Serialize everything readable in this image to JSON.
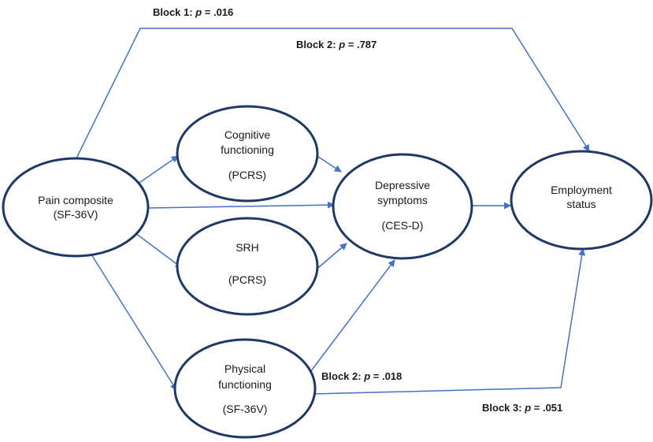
{
  "nodes": {
    "pain": {
      "lines": [
        "Pain composite",
        "(SF-36V)"
      ]
    },
    "cognitive": {
      "lines": [
        "Cognitive",
        "functioning",
        "(PCRS)"
      ]
    },
    "srh": {
      "lines": [
        "SRH",
        "(PCRS)"
      ]
    },
    "physical": {
      "lines": [
        "Physical",
        "functioning",
        "(SF-36V)"
      ]
    },
    "depressive": {
      "lines": [
        "Depressive",
        "symptoms",
        "(CES-D)"
      ]
    },
    "employment": {
      "lines": [
        "Employment",
        "status"
      ]
    }
  },
  "blocks": {
    "block1": {
      "prefix": "Block 1: ",
      "p": "p",
      "suffix": " = .016"
    },
    "block2_top": {
      "prefix": "Block 2: ",
      "p": "p",
      "suffix": " = .787"
    },
    "block2_bottom": {
      "prefix": "Block 2: ",
      "p": "p",
      "suffix": " = .018"
    },
    "block3": {
      "prefix": "Block 3: ",
      "p": "p",
      "suffix": " = .051"
    }
  }
}
